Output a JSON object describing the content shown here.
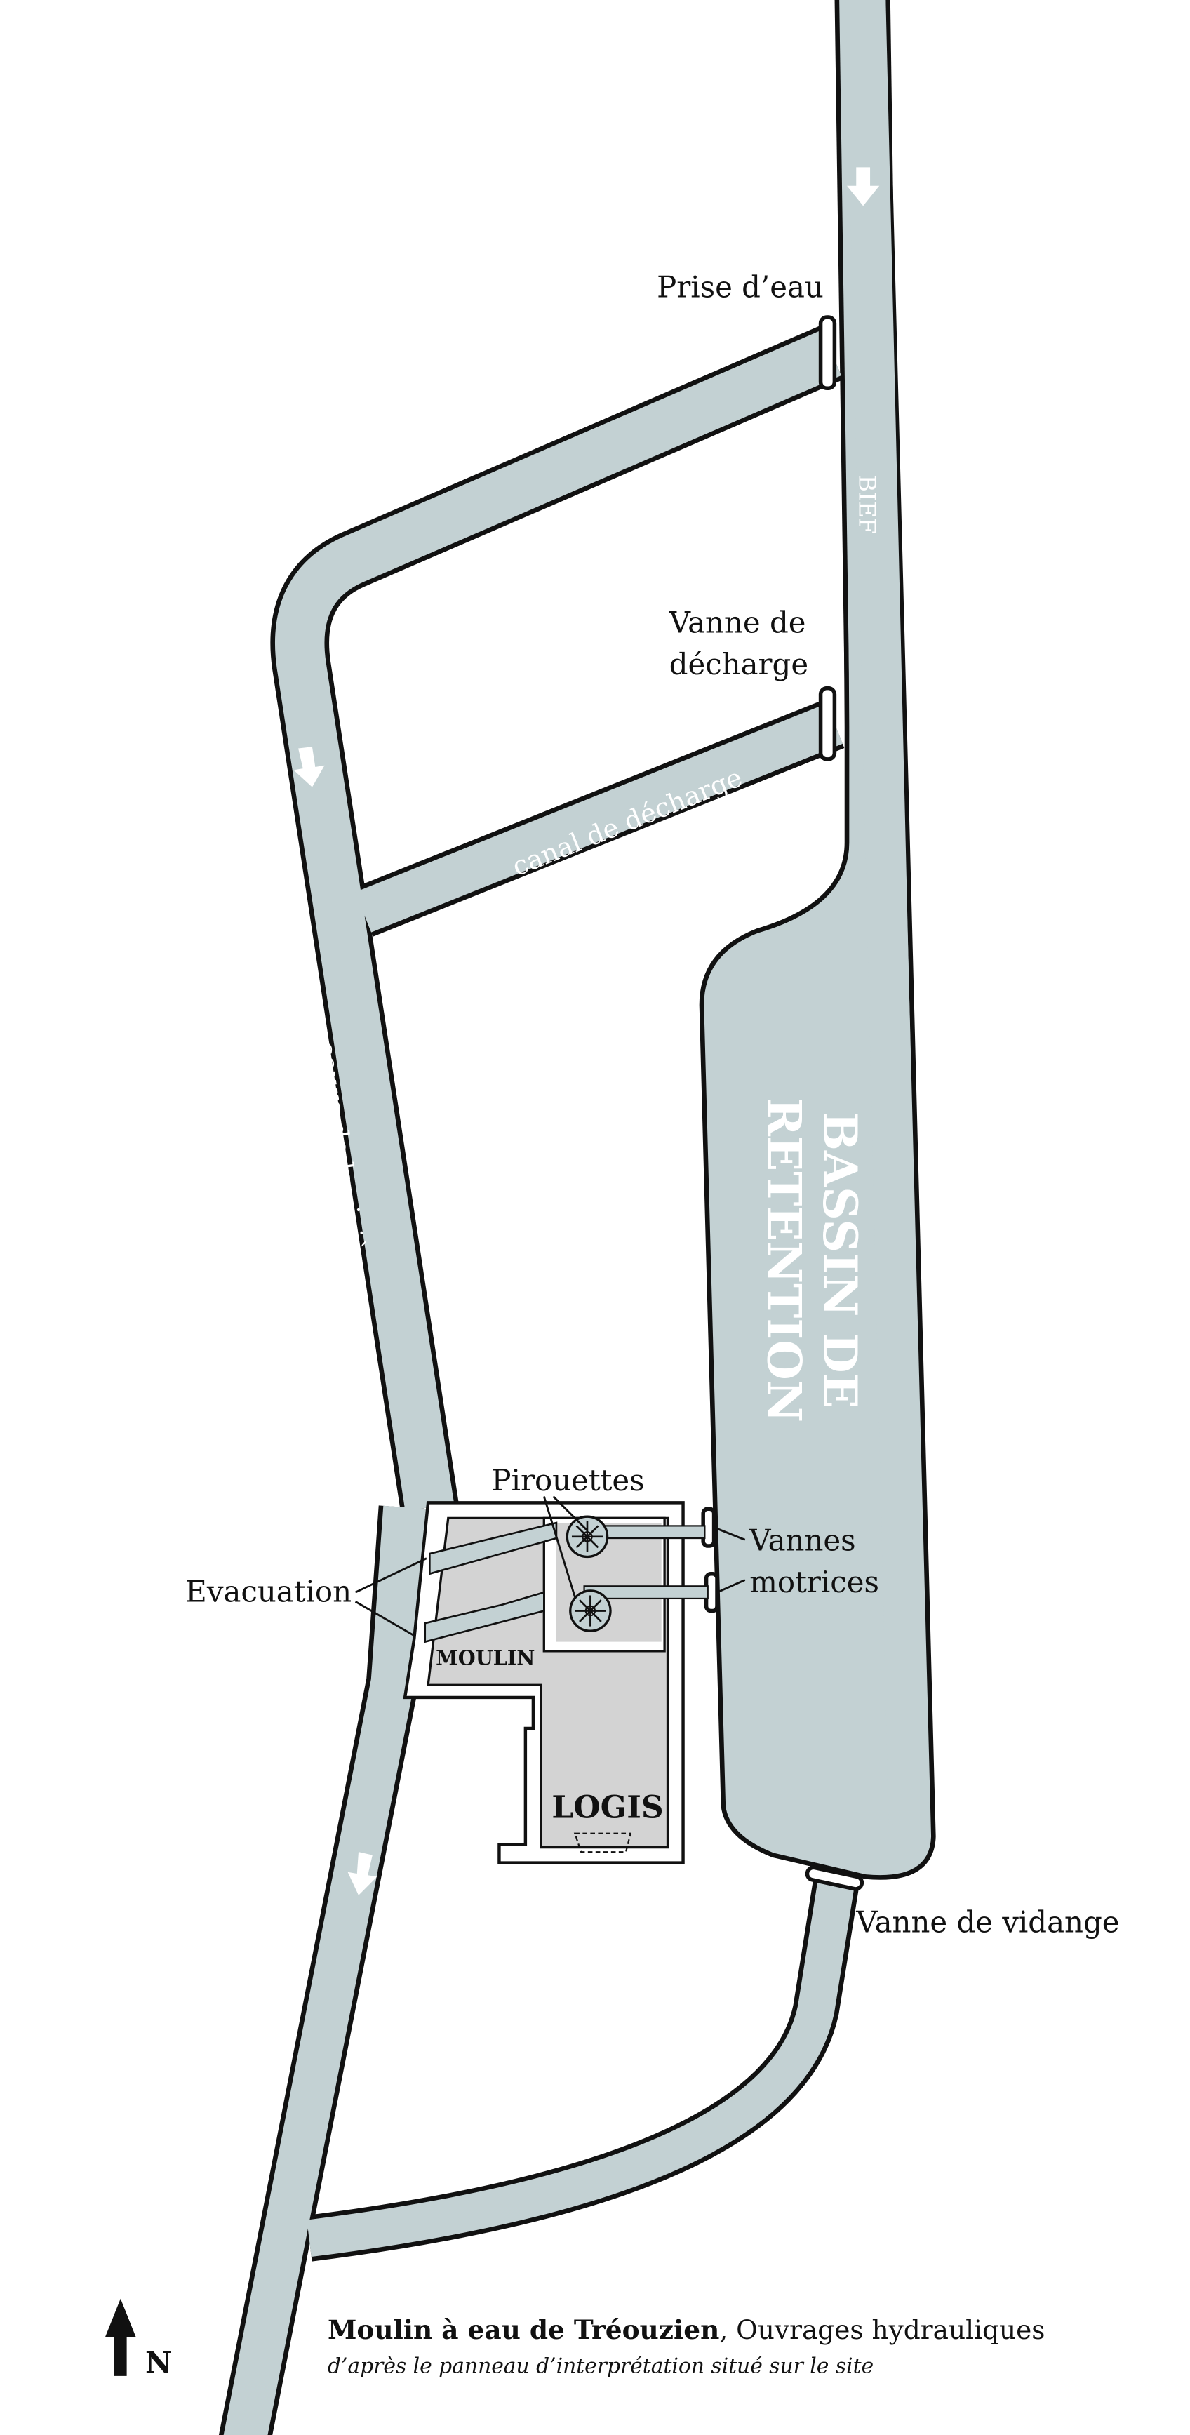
{
  "colors": {
    "water": "#c3d1d3",
    "building": "#d3d3d3",
    "outline": "#111111",
    "flow_arrow": "#ffffff"
  },
  "labels": {
    "prise_eau": "Prise d’eau",
    "vanne_decharge_1": "Vanne de",
    "vanne_decharge_2": "décharge",
    "bief": "BIEF",
    "canal_decharge": "canal de décharge",
    "cours_riviere": "cours de la rivière",
    "bassin_1": "BASSIN DE",
    "bassin_2": "RETENTION",
    "pirouettes": "Pirouettes",
    "vannes_motrices_1": "Vannes",
    "vannes_motrices_2": "motrices",
    "evacuation": "Evacuation",
    "moulin": "MOULIN",
    "logis": "LOGIS",
    "vanne_vidange": "Vanne de vidange"
  },
  "caption": {
    "title_bold": "Moulin à eau de Tréouzien",
    "title_rest": ", Ouvrages hydrauliques",
    "subtitle": "d’après le panneau d’interprétation situé sur le site"
  },
  "north": {
    "letter": "N",
    "icon": "north-arrow-icon"
  }
}
